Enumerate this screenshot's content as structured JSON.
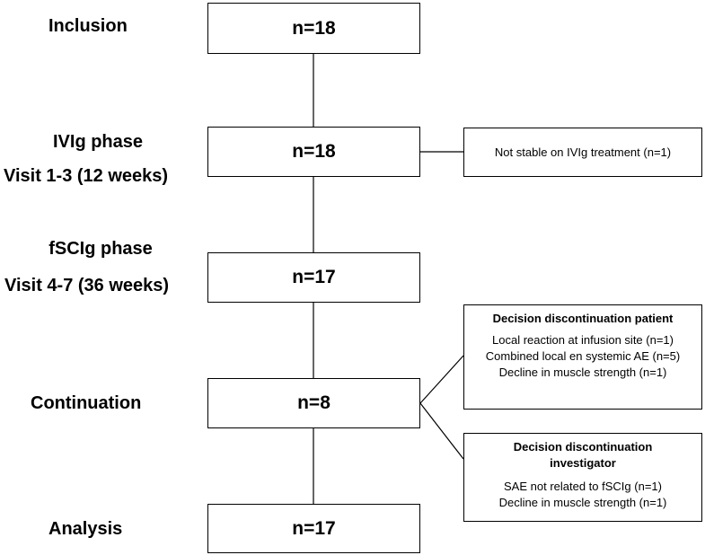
{
  "stages": {
    "inclusion": {
      "label": "Inclusion",
      "count": "n=18"
    },
    "ivig": {
      "label_line1": "IVIg phase",
      "label_line2": "Visit 1-3 (12 weeks)",
      "count": "n=18"
    },
    "fscig": {
      "label_line1": "fSCIg phase",
      "label_line2": "Visit 4-7 (36 weeks)",
      "count": "n=17"
    },
    "continuation": {
      "label": "Continuation",
      "count": "n=8"
    },
    "analysis": {
      "label": "Analysis",
      "count": "n=17"
    }
  },
  "side_boxes": {
    "ivig_exclusion": {
      "text": "Not stable on IVIg treatment (n=1)"
    },
    "patient_decision": {
      "title": "Decision discontinuation patient",
      "items": [
        "Local reaction at infusion site (n=1)",
        "Combined local en systemic AE (n=5)",
        "Decline in muscle strength (n=1)"
      ]
    },
    "investigator_decision": {
      "title_line1": "Decision discontinuation",
      "title_line2": "investigator",
      "items": [
        "SAE not related to fSCIg (n=1)",
        "Decline in muscle strength (n=1)"
      ]
    }
  }
}
